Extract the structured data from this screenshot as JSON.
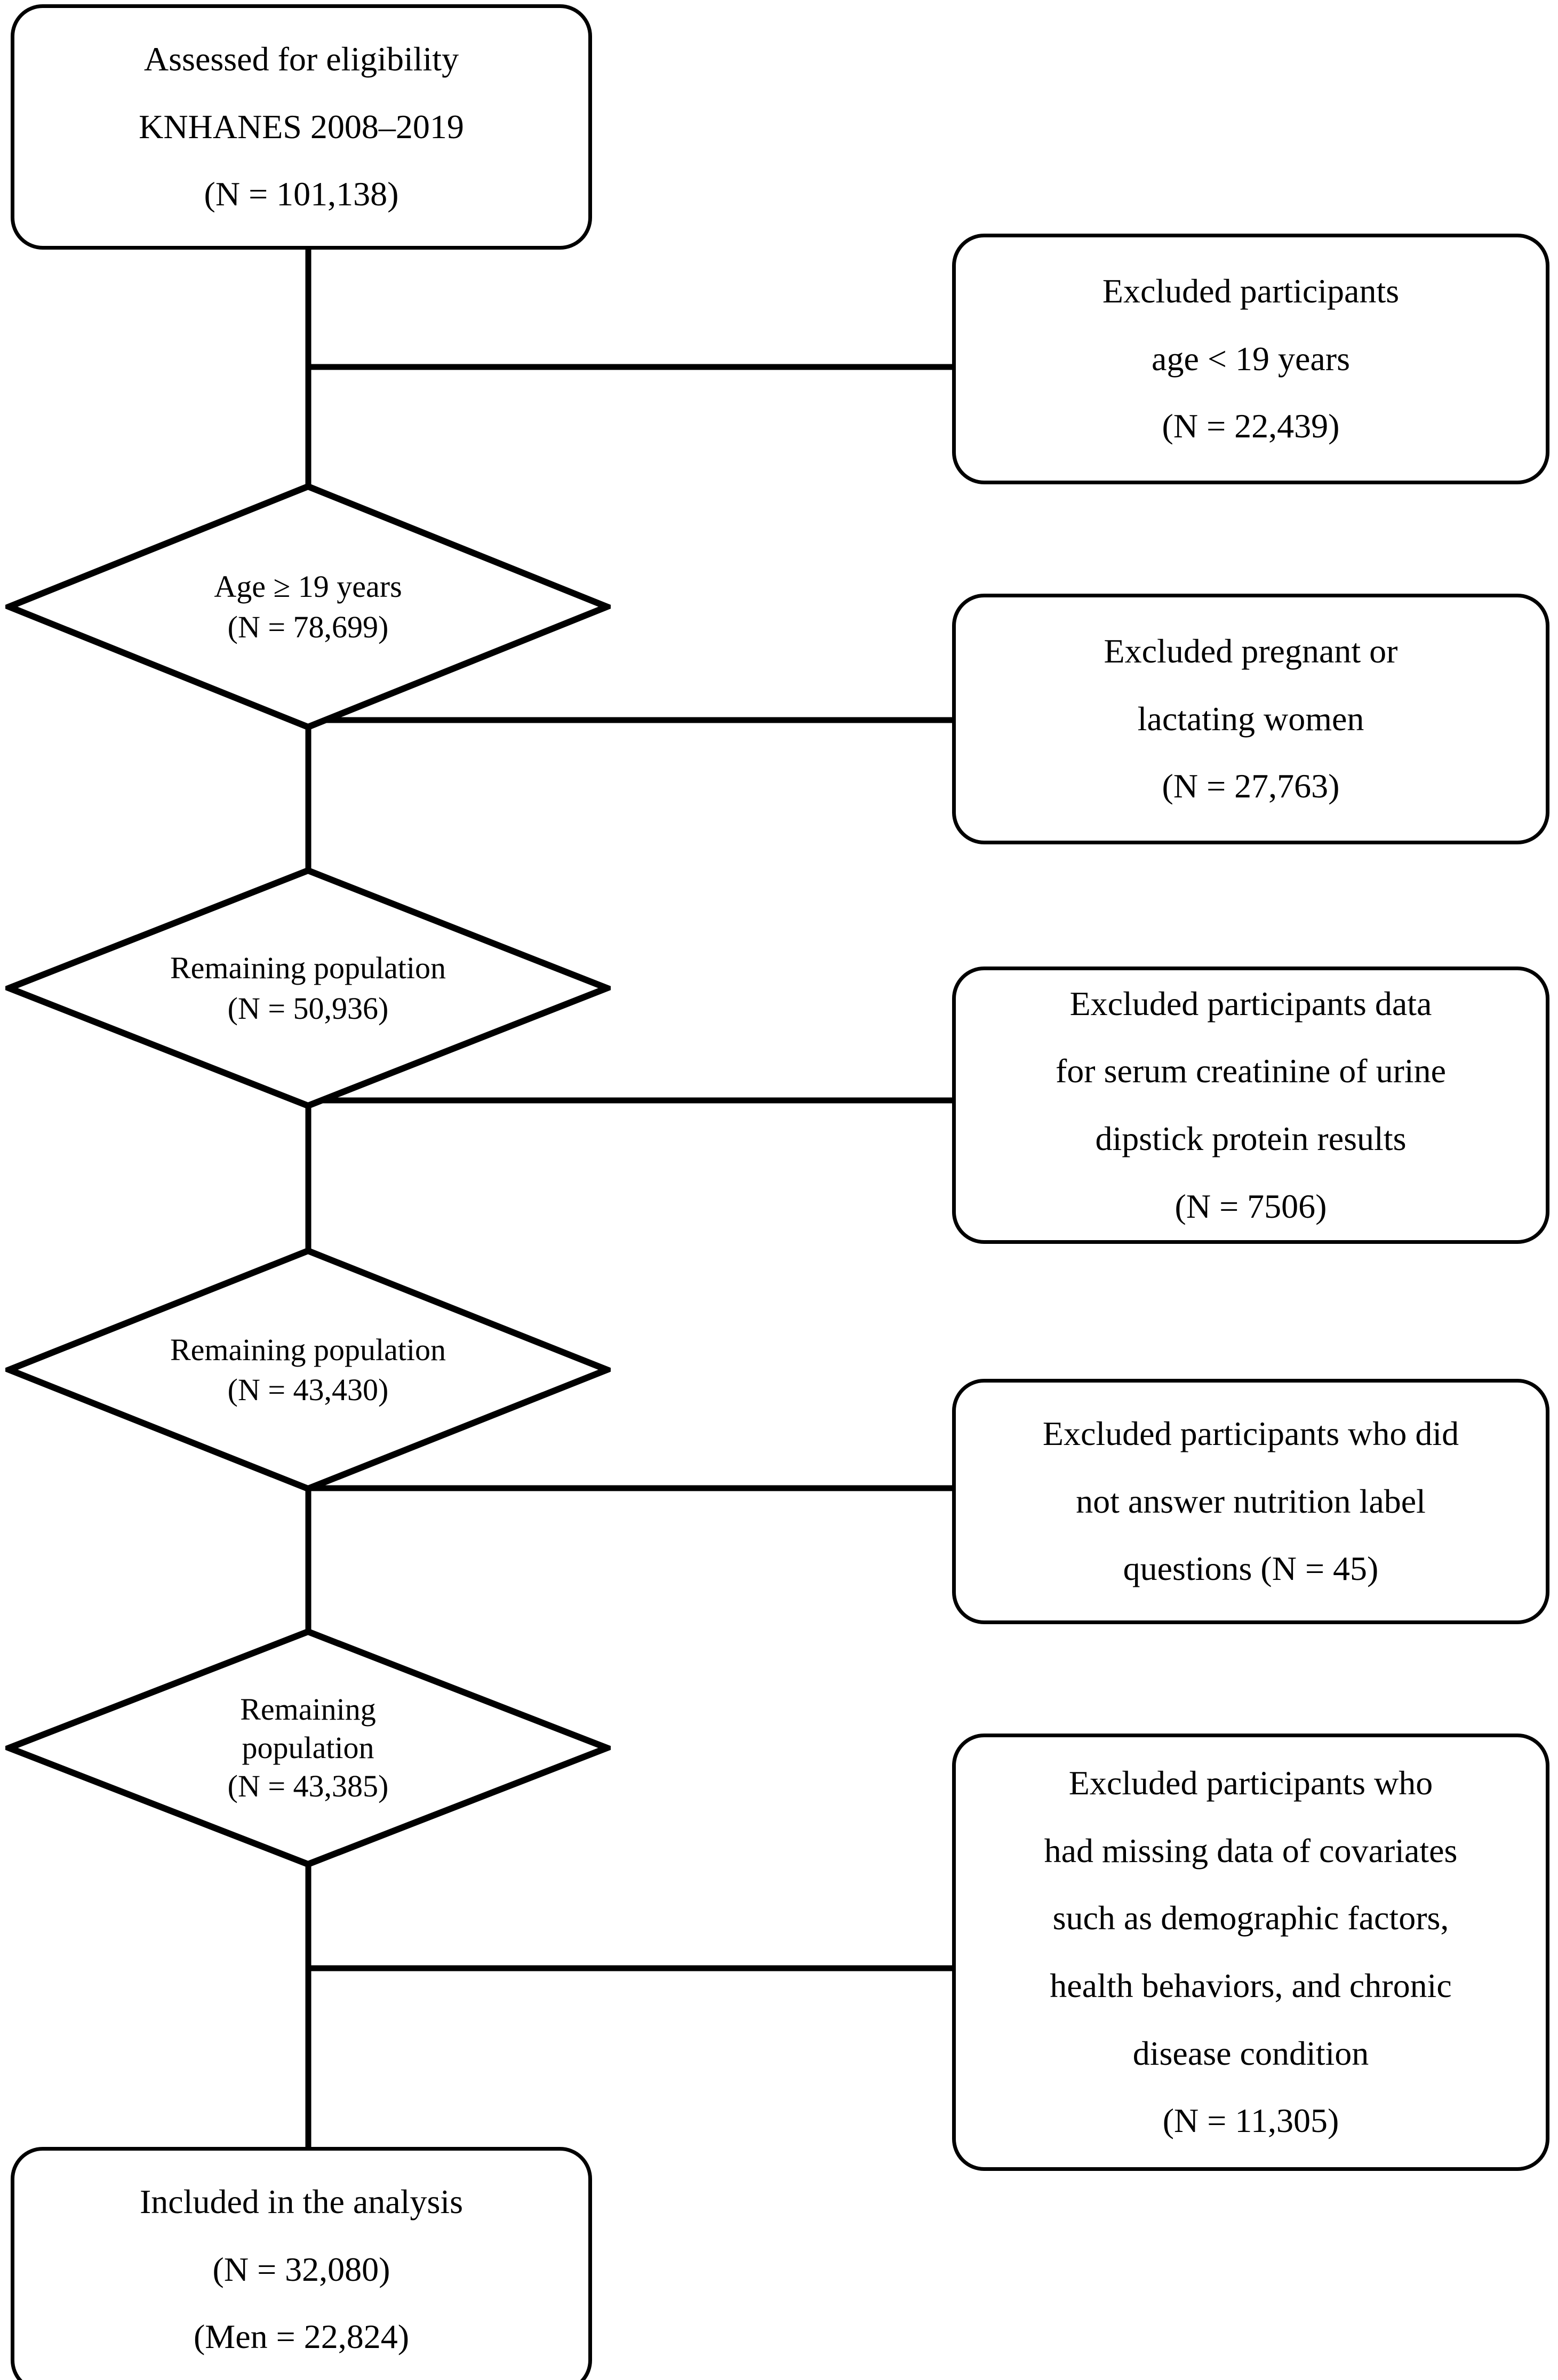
{
  "diagram": {
    "title": "Study participant selection flow diagram",
    "type": "flowchart",
    "stroke_color": "#000000",
    "background_color": "#ffffff"
  },
  "nodes": {
    "assessed": {
      "shape": "rounded-rectangle",
      "lines": [
        "Assessed for eligibility",
        "KNHANES 2008–2019",
        "(N = 101,138)"
      ]
    },
    "excluded_age": {
      "shape": "rounded-rectangle",
      "lines": [
        "Excluded participants",
        "age < 19 years",
        "(N = 22,439)"
      ]
    },
    "age19": {
      "shape": "diamond",
      "lines": [
        "Age ≥ 19 years",
        "(N = 78,699)"
      ]
    },
    "excluded_pregnant": {
      "shape": "rounded-rectangle",
      "lines": [
        "Excluded pregnant or",
        "lactating women",
        "(N = 27,763)"
      ]
    },
    "remaining_50936": {
      "shape": "diamond",
      "lines": [
        "Remaining population",
        "(N = 50,936)"
      ]
    },
    "excluded_creatinine": {
      "shape": "rounded-rectangle",
      "lines": [
        "Excluded participants data",
        "for serum creatinine of urine",
        "dipstick protein results",
        "(N = 7506)"
      ]
    },
    "remaining_43430": {
      "shape": "diamond",
      "lines": [
        "Remaining population",
        "(N = 43,430)"
      ]
    },
    "excluded_nutrition": {
      "shape": "rounded-rectangle",
      "lines": [
        "Excluded participants who did",
        "not answer nutrition label",
        "questions (N = 45)"
      ]
    },
    "remaining_43385": {
      "shape": "diamond",
      "lines": [
        "Remaining",
        "population",
        "(N = 43,385)"
      ]
    },
    "excluded_covariates": {
      "shape": "rounded-rectangle",
      "lines": [
        "Excluded participants who",
        "had missing data of covariates",
        "such as demographic factors,",
        "health behaviors, and chronic",
        "disease condition",
        "(N = 11,305)"
      ]
    },
    "included": {
      "shape": "rounded-rectangle",
      "lines": [
        "Included in the analysis",
        "(N = 32,080)",
        "(Men = 22,824)"
      ]
    }
  }
}
